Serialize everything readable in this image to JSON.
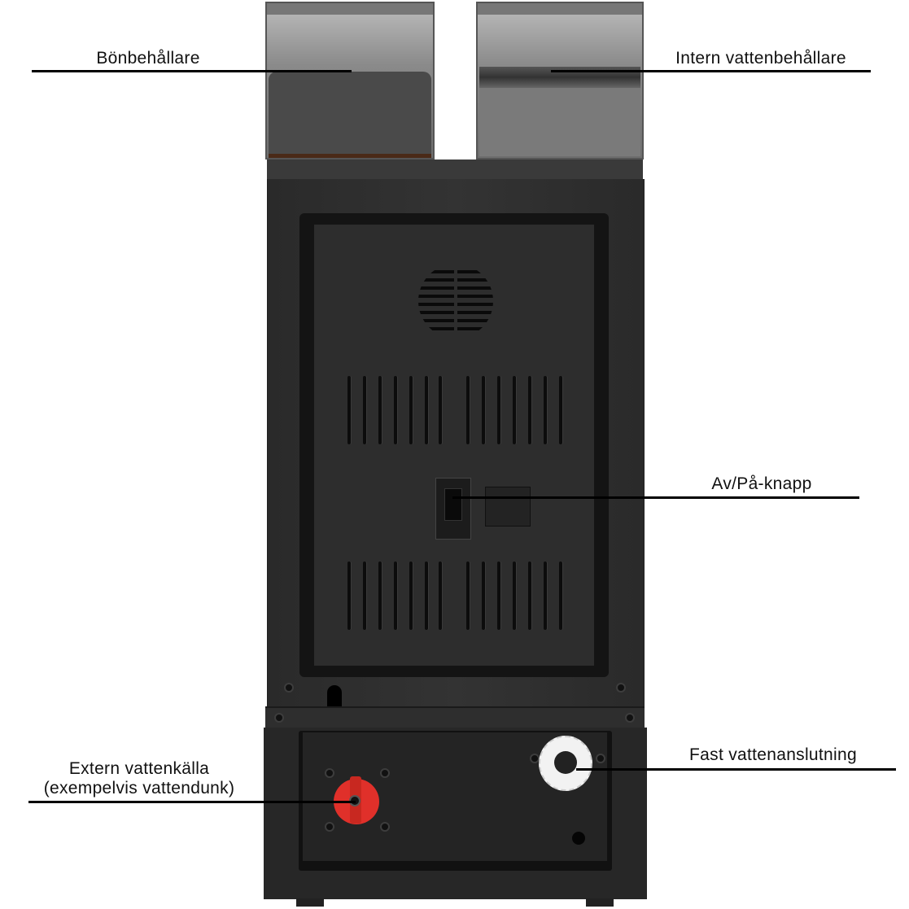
{
  "labels": {
    "bean_hopper": "Bönbehållare",
    "internal_water_tank": "Intern vattenbehållare",
    "power_switch": "Av/På-knapp",
    "fixed_water_connection": "Fast vattenanslutning",
    "external_water_source_line1": "Extern vattenkälla",
    "external_water_source_line2": "(exempelvis vattendunk)"
  },
  "colors": {
    "body": "#2b2b2b",
    "red_knob": "#e0302a",
    "white_knob": "#f2f2f2"
  }
}
